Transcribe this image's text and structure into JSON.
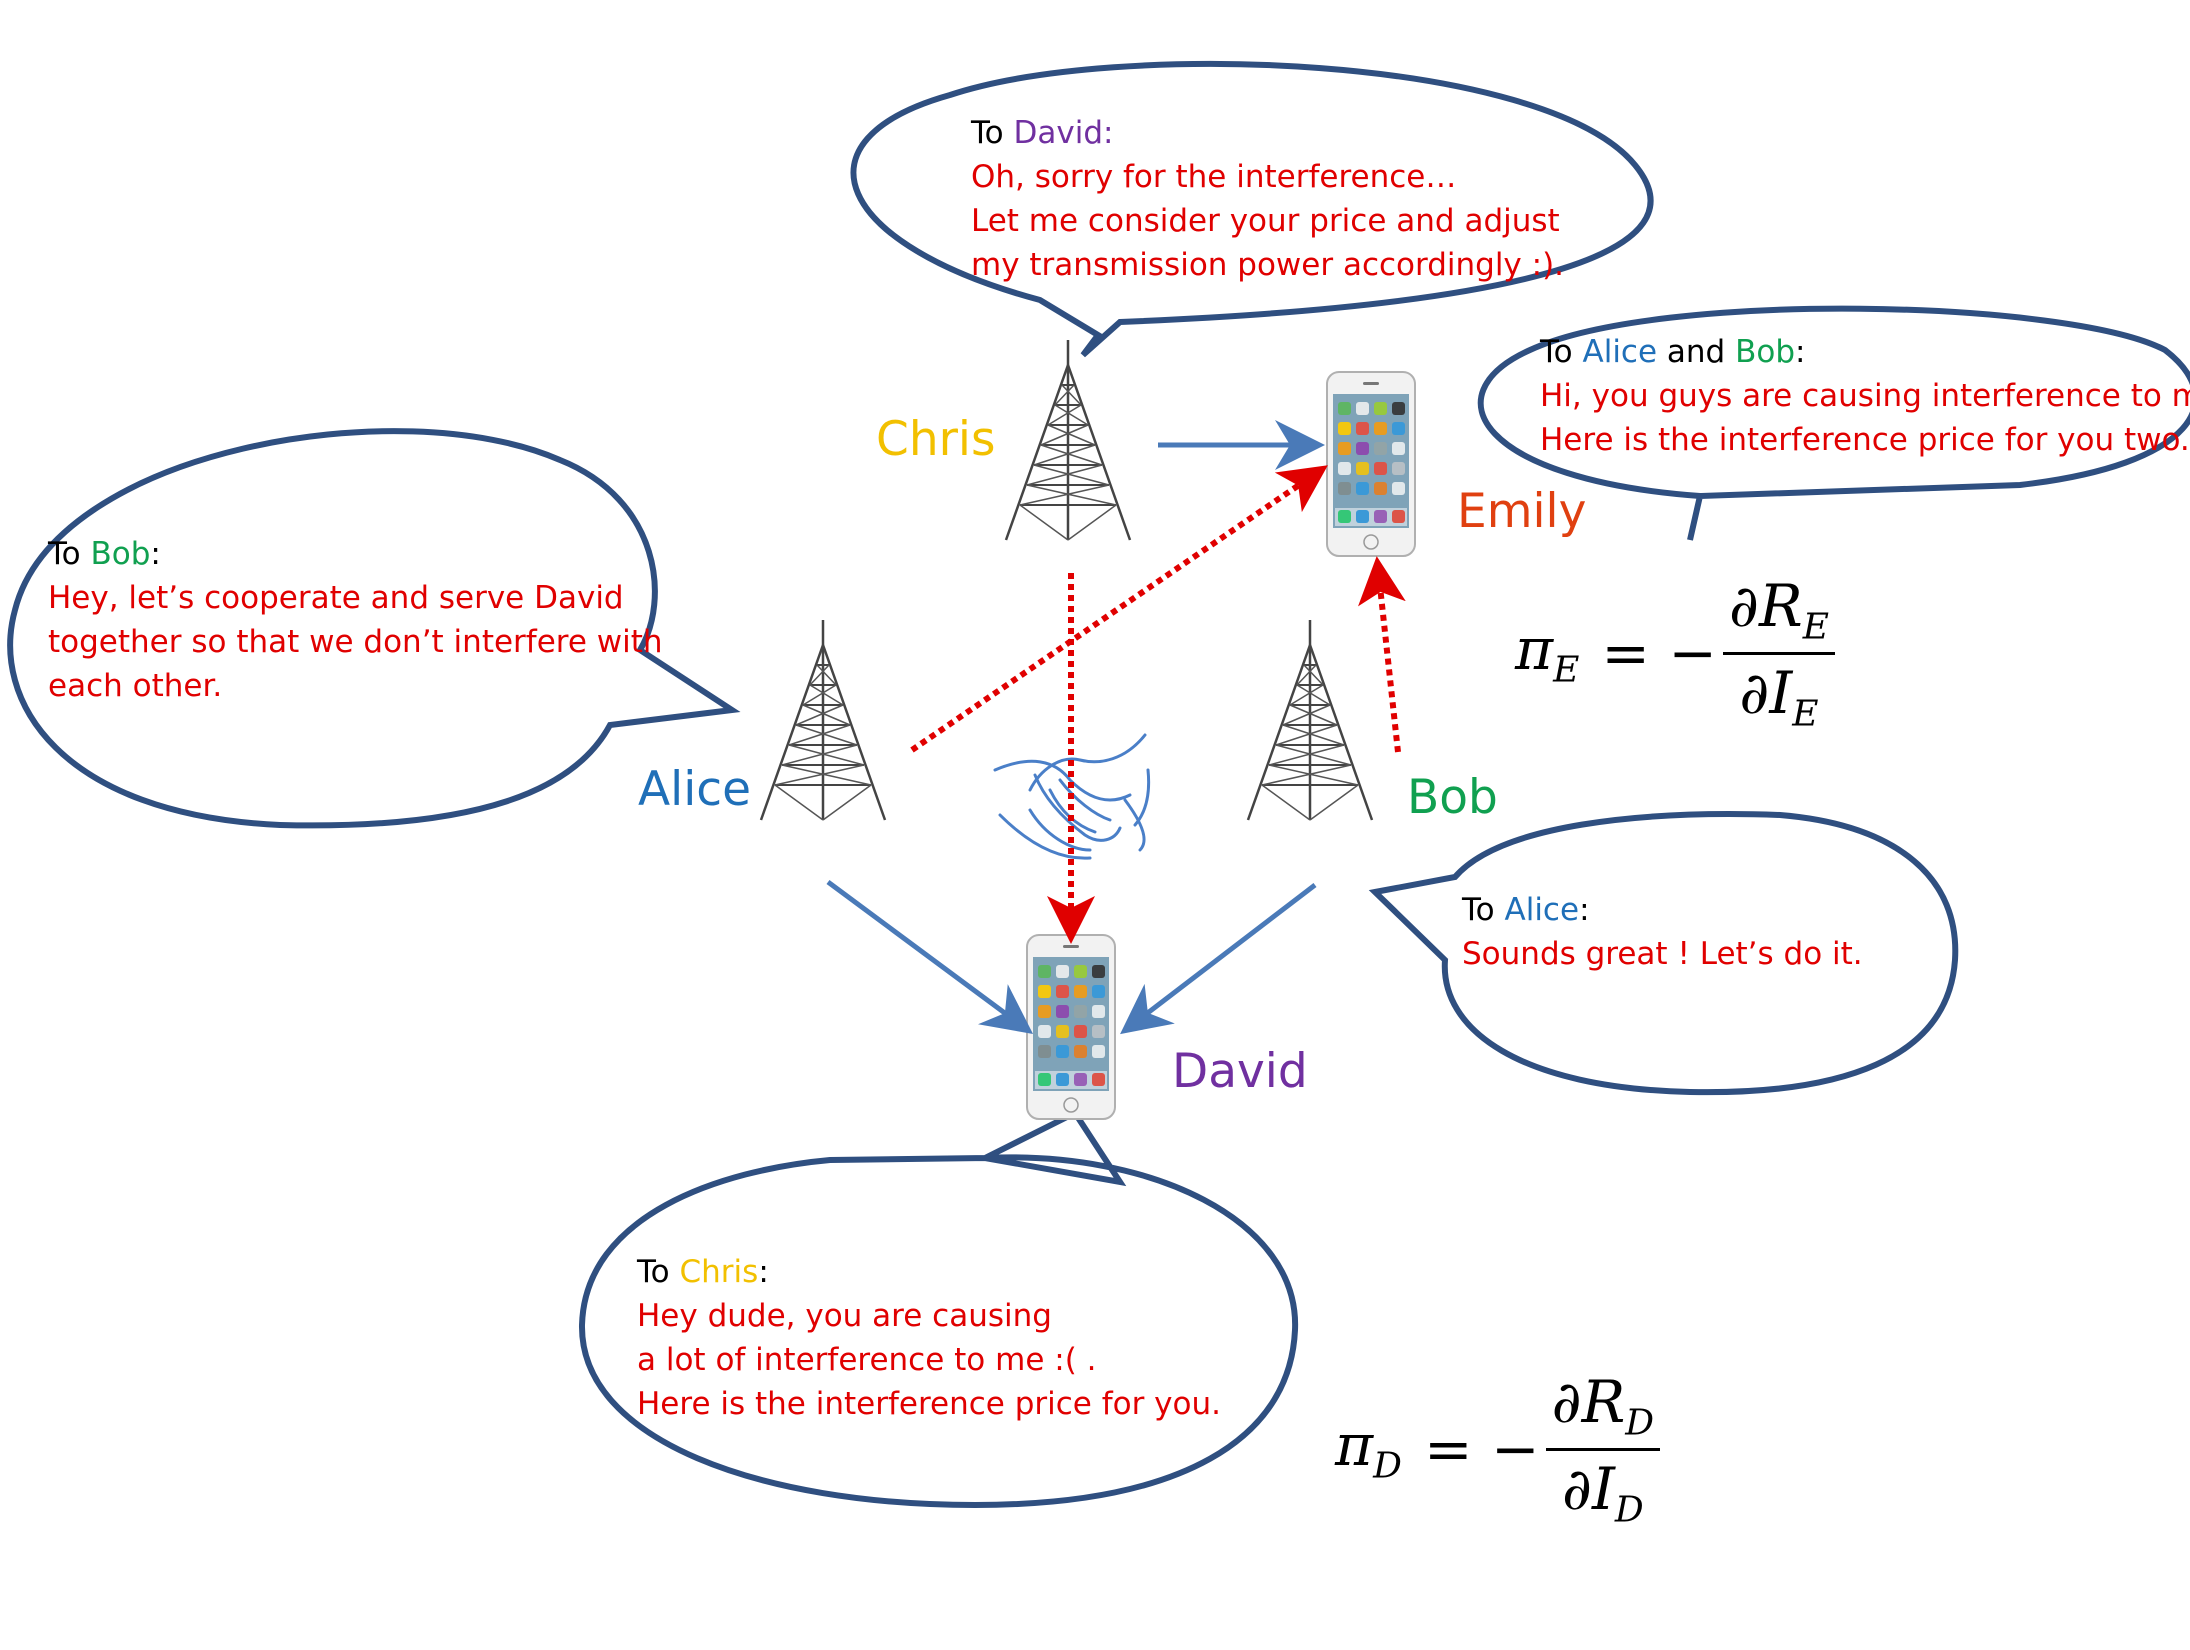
{
  "bubbles": {
    "chris": {
      "to": "To ",
      "recipient": "David",
      "colon": ":",
      "lines": [
        "Oh, sorry for the interference…",
        "Let me consider your price and adjust",
        "my transmission power accordingly :)."
      ]
    },
    "emily": {
      "to": "To ",
      "recipient1": "Alice",
      "and": " and ",
      "recipient2": "Bob",
      "colon": ":",
      "lines": [
        "Hi, you guys are causing interference to me.",
        "Here is the interference price for you two."
      ]
    },
    "alice": {
      "to": "To ",
      "recipient": "Bob",
      "colon": ":",
      "lines": [
        "Hey, let’s cooperate and serve David",
        "together so that we don’t interfere with",
        "each other."
      ]
    },
    "bob": {
      "to": "To ",
      "recipient": "Alice",
      "colon": ":",
      "lines": [
        "Sounds great ! Let’s do it."
      ]
    },
    "david": {
      "to": "To ",
      "recipient": "Chris",
      "colon": ":",
      "lines": [
        "Hey dude, you are causing",
        "a lot of interference to me :( .",
        "Here is the interference price for you."
      ]
    }
  },
  "labels": {
    "chris": "Chris",
    "alice": "Alice",
    "bob": "Bob",
    "emily": "Emily",
    "david": "David"
  },
  "formulas": {
    "emily": {
      "lhs": "π",
      "lhs_sub": "E",
      "eq": "= −",
      "num": "∂R",
      "num_sub": "E",
      "den": "∂I",
      "den_sub": "E"
    },
    "david": {
      "lhs": "π",
      "lhs_sub": "D",
      "eq": "= −",
      "num": "∂R",
      "num_sub": "D",
      "den": "∂I",
      "den_sub": "D"
    }
  },
  "colors": {
    "chris": "#f2c000",
    "alice": "#1f6fb8",
    "bob": "#10a050",
    "emily": "#e04010",
    "david": "#7030a0",
    "message": "#e00000",
    "bubble_outline": "#2f4f80",
    "signal_arrow": "#4a7ab8",
    "interference_arrow": "#e00000"
  },
  "icons": [
    "cell-tower-icon",
    "smartphone-icon",
    "handshake-icon"
  ]
}
